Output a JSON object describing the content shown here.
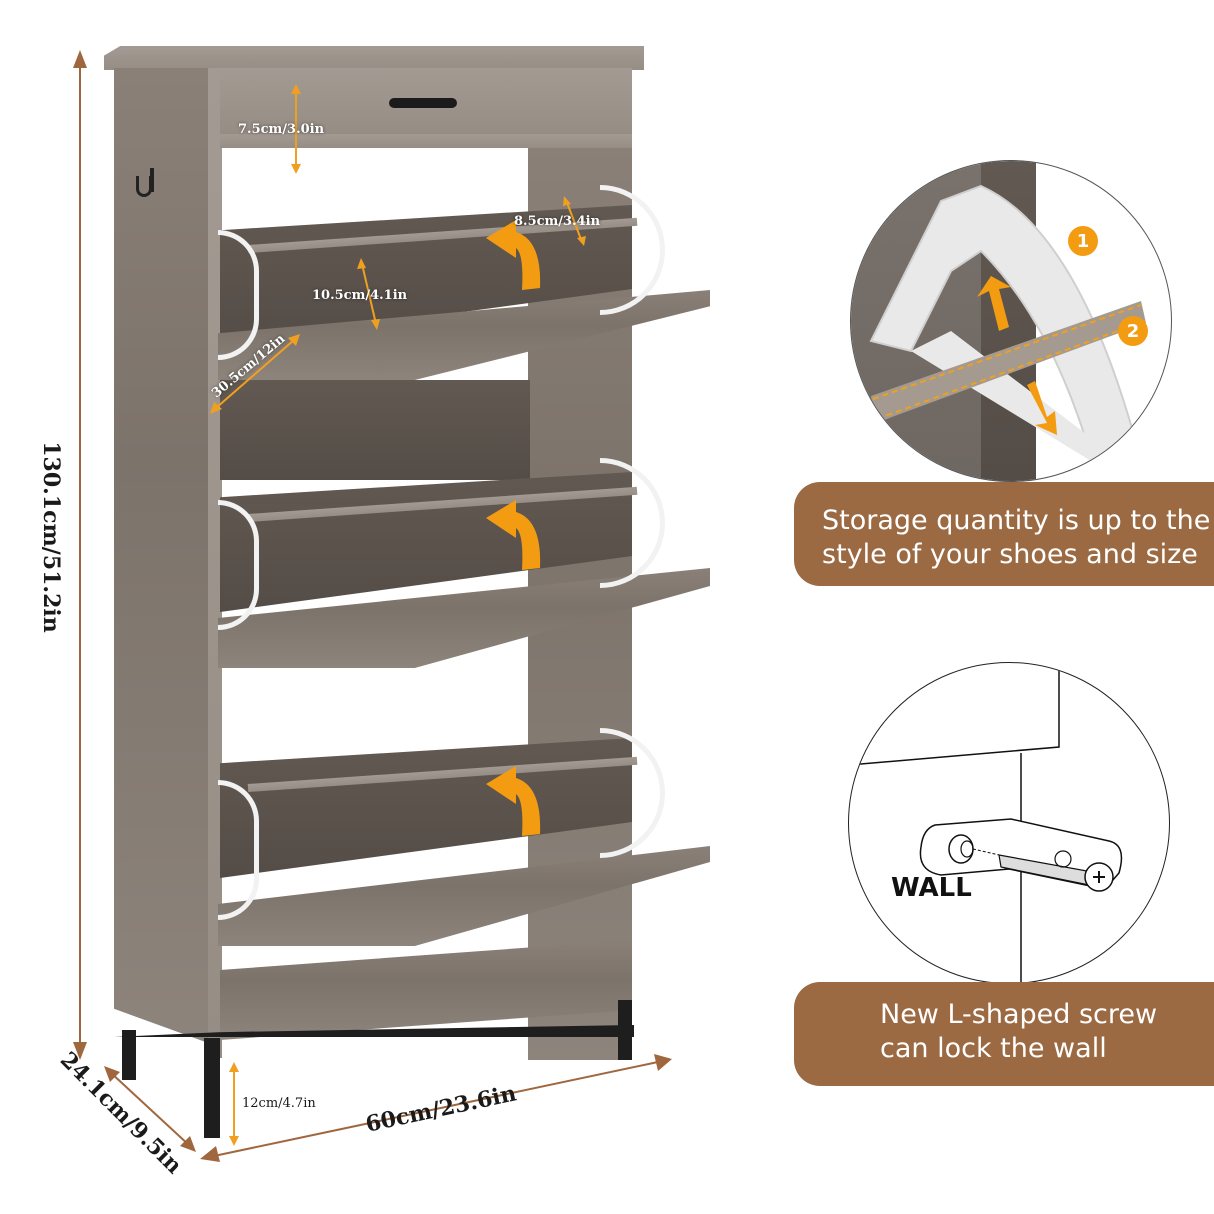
{
  "product": {
    "type": "flip-door shoe cabinet",
    "drawer_count": 1,
    "flip_compartment_count": 3
  },
  "dimensions": {
    "height": "130.1cm/51.2in",
    "width": "60cm/23.6in",
    "depth": "24.1cm/9.5in",
    "leg_height": "12cm/4.7in",
    "drawer_height": "7.5cm/3.0in",
    "top_gap": "8.5cm/3.4in",
    "shelf_gap": "10.5cm/4.1in",
    "compartment_depth": "30.5cm/12in"
  },
  "insets": {
    "hinge_detail": {
      "steps": [
        "1",
        "2"
      ]
    },
    "wall_anchor_detail": {
      "label": "WALL"
    }
  },
  "callouts": {
    "storage": {
      "line1": "Storage quantity is up to the",
      "line2": "style of your shoes and size"
    },
    "screw": {
      "line1": "New L-shaped screw",
      "line2": "can lock the wall"
    }
  },
  "colors": {
    "callout_bg": "#9b6a43",
    "accent_orange": "#f39c12",
    "dimension_arrow": "#a0673f",
    "wood_gray": "#857c74",
    "metal_black": "#1e1e1e"
  }
}
